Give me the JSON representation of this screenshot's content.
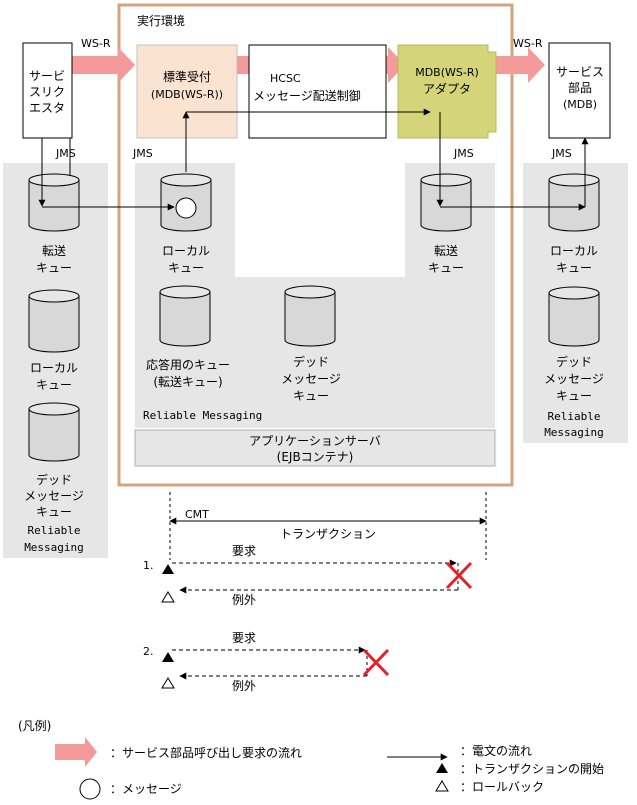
{
  "runtime_env": {
    "title": "実行環境"
  },
  "service_requester": {
    "lines": [
      "サービ",
      "スリク",
      "エスタ"
    ]
  },
  "standard_receiver": {
    "lines": [
      "標準受付",
      "(MDB(WS-R))"
    ]
  },
  "hcsc": {
    "lines": [
      "HCSC",
      "メッセージ配送制御"
    ]
  },
  "mdb_adapter": {
    "lines": [
      "MDB(WS-R)",
      "アダプタ"
    ]
  },
  "service_component": {
    "lines": [
      "サービス",
      "部品",
      "(MDB)"
    ]
  },
  "protocols": {
    "ws_r": "WS-R",
    "jms": "JMS"
  },
  "left_rm": {
    "transfer_queue": [
      "転送",
      "キュー"
    ],
    "local_queue": [
      "ローカル",
      "キュー"
    ],
    "dead_queue": [
      "デッド",
      "メッセージ",
      "キュー"
    ],
    "label": [
      "Reliable",
      "Messaging"
    ]
  },
  "center_rm": {
    "local_queue": [
      "ローカル",
      "キュー"
    ],
    "transfer_queue": [
      "転送",
      "キュー"
    ],
    "response_queue": [
      "応答用のキュー",
      "(転送キュー)"
    ],
    "dead_queue": [
      "デッド",
      "メッセージ",
      "キュー"
    ],
    "label": "Reliable Messaging"
  },
  "app_server": {
    "lines": [
      "アプリケーションサーバ",
      "(EJBコンテナ)"
    ]
  },
  "right_rm": {
    "local_queue": [
      "ローカル",
      "キュー"
    ],
    "dead_queue": [
      "デッド",
      "メッセージ",
      "キュー"
    ],
    "label": [
      "Reliable",
      "Messaging"
    ]
  },
  "transaction": {
    "cmt": "CMT",
    "label": "トランザクション",
    "case1": {
      "number": "1.",
      "request": "要求",
      "exception": "例外"
    },
    "case2": {
      "number": "2.",
      "request": "要求",
      "exception": "例外"
    }
  },
  "legend": {
    "title": "(凡例)",
    "service_call": "：サービス部品呼び出し要求の流れ",
    "message": "：メッセージ",
    "message_flow": "：電文の流れ",
    "tx_start": "：トランザクションの開始",
    "rollback": "：ロールバック"
  },
  "colors": {
    "pink_arrow": "#f49a9a",
    "receiver_fill": "#fbe3d2",
    "adapter_fill": "#d4d478",
    "panel_gray": "#e6e6e6",
    "env_border": "#d4a47c",
    "cross_red": "#e8202a"
  }
}
